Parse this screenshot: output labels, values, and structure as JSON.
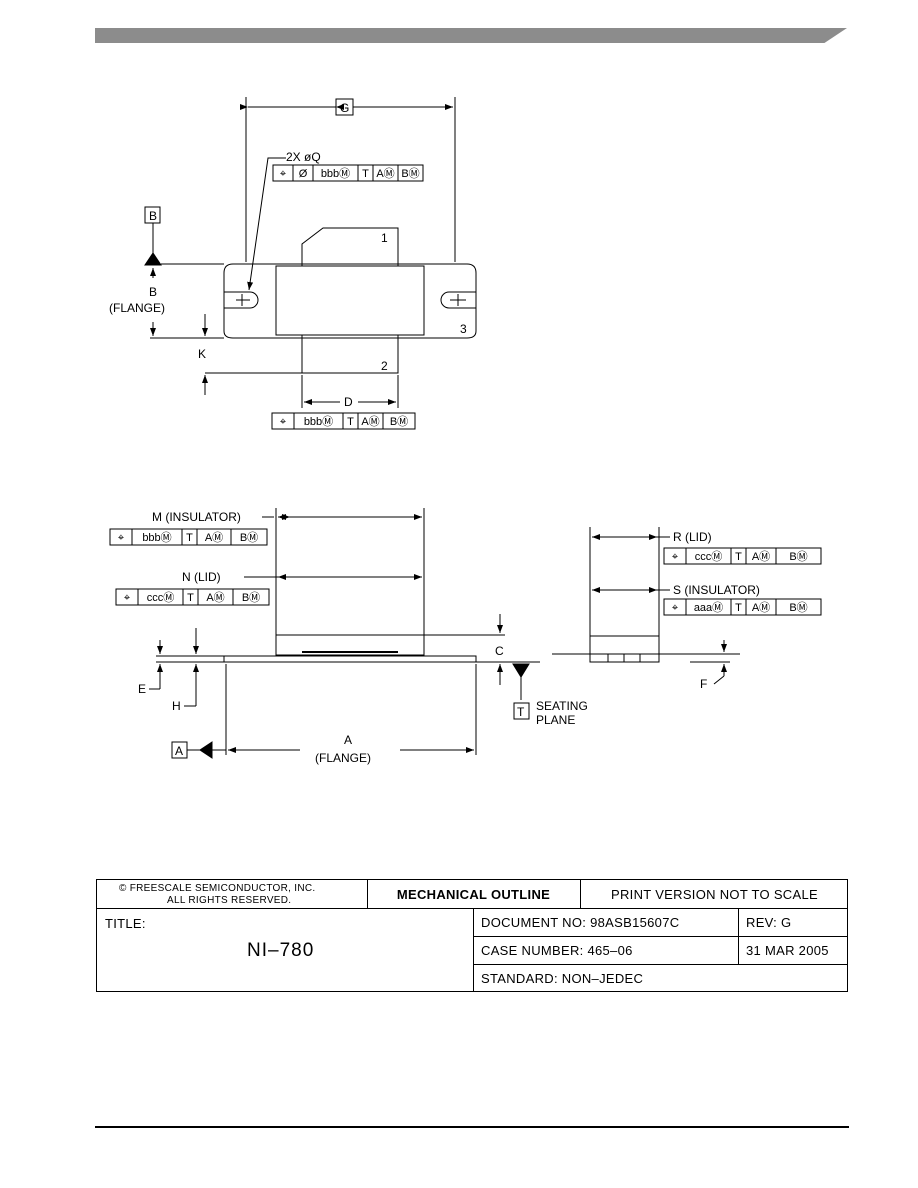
{
  "drawing": {
    "top_view": {
      "dim_g": "G",
      "hole_callout": "2X øQ",
      "hole_fcf": [
        "⌖",
        "Ø",
        "bbbⓂ",
        "T",
        "AⓂ",
        "BⓂ"
      ],
      "datum_b": "B",
      "dim_b_label": "B",
      "dim_b_sub": "(FLANGE)",
      "dim_k": "K",
      "dim_d": "D",
      "lead_fcf": [
        "⌖",
        "bbbⓂ",
        "T",
        "AⓂ",
        "BⓂ"
      ],
      "pin_1": "1",
      "pin_2": "2",
      "pin_3": "3"
    },
    "front_view": {
      "dim_m": "M (INSULATOR)",
      "m_fcf": [
        "⌖",
        "bbbⓂ",
        "T",
        "AⓂ",
        "BⓂ"
      ],
      "dim_n": "N (LID)",
      "n_fcf": [
        "⌖",
        "cccⓂ",
        "T",
        "AⓂ",
        "BⓂ"
      ],
      "dim_c": "C",
      "dim_e": "E",
      "dim_h": "H",
      "datum_t": "T",
      "seating_1": "SEATING",
      "seating_2": "PLANE",
      "datum_a": "A",
      "dim_a_label": "A",
      "dim_a_sub": "(FLANGE)"
    },
    "side_view": {
      "dim_r": "R (LID)",
      "r_fcf": [
        "⌖",
        "cccⓂ",
        "T",
        "AⓂ",
        "BⓂ"
      ],
      "dim_s": "S (INSULATOR)",
      "s_fcf": [
        "⌖",
        "aaaⓂ",
        "T",
        "AⓂ",
        "BⓂ"
      ],
      "dim_f": "F"
    }
  },
  "title_block": {
    "copyright_line1": "© FREESCALE SEMICONDUCTOR, INC.",
    "copyright_line2": "ALL RIGHTS RESERVED.",
    "heading": "MECHANICAL OUTLINE",
    "print_note": "PRINT VERSION NOT TO SCALE",
    "title_label": "TITLE:",
    "title_value": "NI–780",
    "document_no": "DOCUMENT NO: 98ASB15607C",
    "rev": "REV: G",
    "case_number": "CASE NUMBER: 465–06",
    "date": "31 MAR 2005",
    "standard": "STANDARD: NON–JEDEC"
  }
}
